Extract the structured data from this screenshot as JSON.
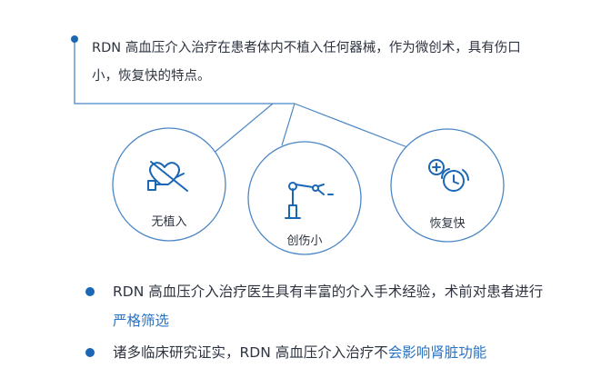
{
  "intro": {
    "text": "RDN 高血压介入治疗在患者体内不植入任何器械，作为微创术，具有伤口小，恢复快的特点。"
  },
  "features": [
    {
      "label": "无植入",
      "icon": "no-implant-heart-icon"
    },
    {
      "label": "创伤小",
      "icon": "robotic-arm-icon"
    },
    {
      "label": "恢复快",
      "icon": "recovery-clock-icon"
    }
  ],
  "bullets": [
    {
      "text_before": "RDN 高血压介入治疗医生具有丰富的介入手术经验，术前对患者进行",
      "highlight": "严格筛选",
      "text_after": ""
    },
    {
      "text_before": "诸多临床研究证实，RDN 高血压介入治疗不",
      "highlight": "会影响肾脏功能",
      "text_after": ""
    }
  ],
  "colors": {
    "accent": "#1b67b5",
    "highlight": "#2a73c4",
    "line": "#4a86c5",
    "text": "#2e3440"
  }
}
